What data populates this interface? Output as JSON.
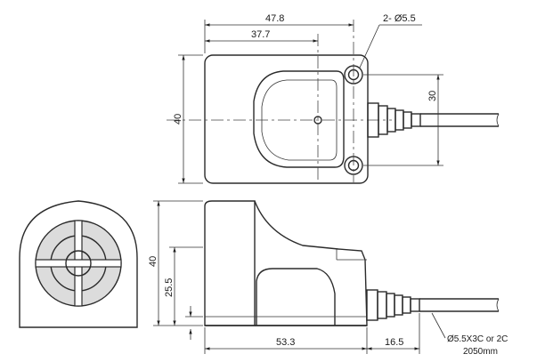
{
  "top_view": {
    "dim_width_outer": "47.8",
    "dim_width_inner": "37.7",
    "dim_height": "40",
    "dim_hole_spacing": "30",
    "hole_label": "2- Ø5.5"
  },
  "side_view": {
    "dim_height": "40",
    "dim_face_height": "25.5",
    "dim_body_length": "53.3",
    "dim_gland_length": "16.5",
    "cable_label_line1": "Ø5.5X3C or 2C",
    "cable_label_line2": "2050mm"
  }
}
